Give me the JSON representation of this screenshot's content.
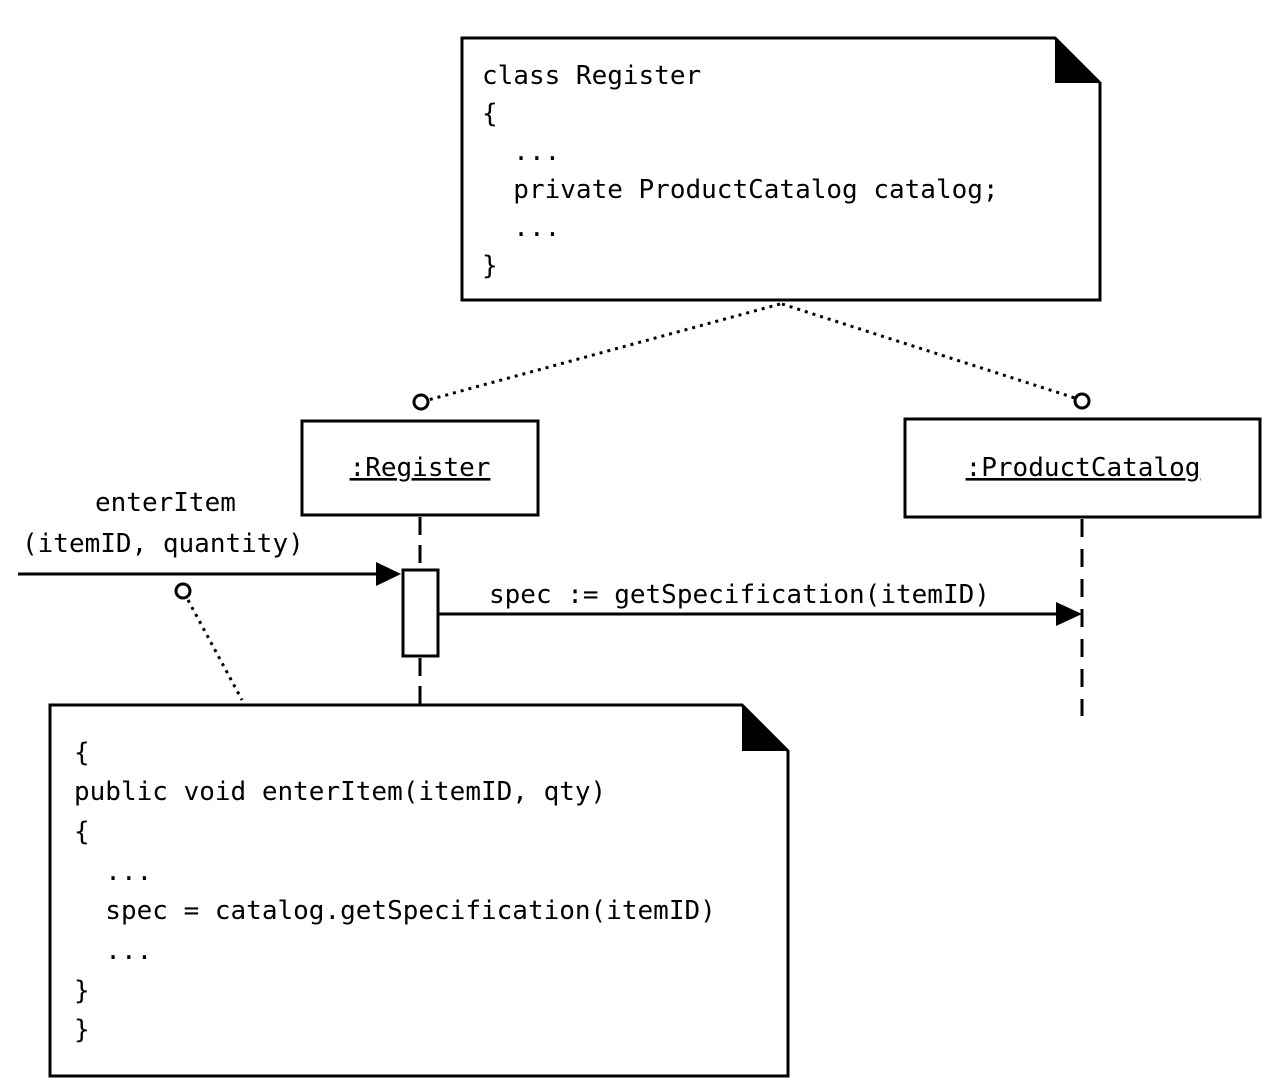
{
  "diagram": {
    "class_note": {
      "lines": [
        "class Register",
        "{",
        "  ...",
        "  private ProductCatalog catalog;",
        "  ...",
        "}"
      ]
    },
    "method_note": {
      "lines": [
        "{",
        "public void enterItem(itemID, qty)",
        "{",
        "  ...",
        "  spec = catalog.getSpecification(itemID)",
        "  ...",
        "}",
        "}"
      ]
    },
    "lifelines": {
      "register": ":Register",
      "catalog": ":ProductCatalog"
    },
    "messages": {
      "incoming_line1": "enterItem",
      "incoming_line2": "(itemID, quantity)",
      "outgoing": "spec := getSpecification(itemID)"
    }
  }
}
